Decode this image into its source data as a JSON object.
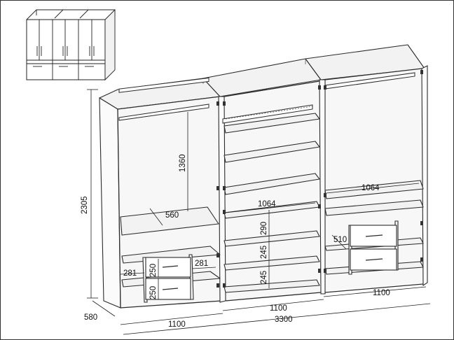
{
  "dimensions": {
    "total_height": "2305",
    "depth": "580",
    "total_width": "3300",
    "section_width_left": "1100",
    "section_width_center": "1100",
    "section_width_right": "1100",
    "hanging_height": "1360",
    "left_shelf_depth": "560",
    "center_shelf_width": "1064",
    "right_shelf_width": "1064",
    "left_side_compartment_left": "281",
    "left_side_compartment_right": "281",
    "left_drawer_height_top": "250",
    "left_drawer_height_bottom": "250",
    "center_gap_top": "290",
    "center_gap_middle": "245",
    "center_gap_bottom": "245",
    "right_drawer_offset": "510"
  }
}
